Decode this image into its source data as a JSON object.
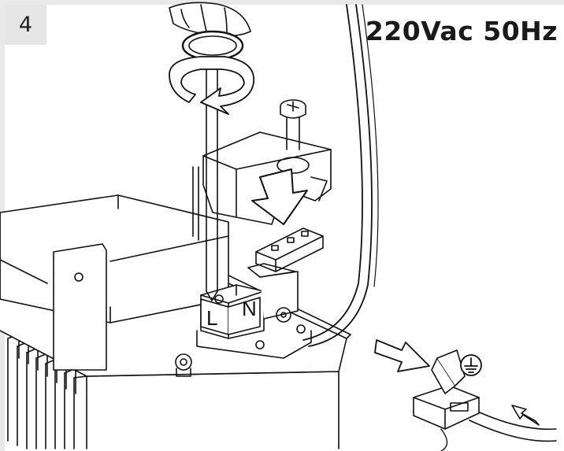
{
  "step_number": "4",
  "voltage_label": "220Vac 50Hz",
  "terminal_labels": {
    "live": "L",
    "neutral": "N"
  },
  "icons": [
    "screwdriver-icon",
    "rotate-arrow-icon",
    "down-arrow-icon",
    "ground-symbol-icon",
    "insert-arrow-icon"
  ],
  "colors": {
    "line": "#111111",
    "frame": "#e9e9e9",
    "step_box": "#e6e6e6"
  }
}
